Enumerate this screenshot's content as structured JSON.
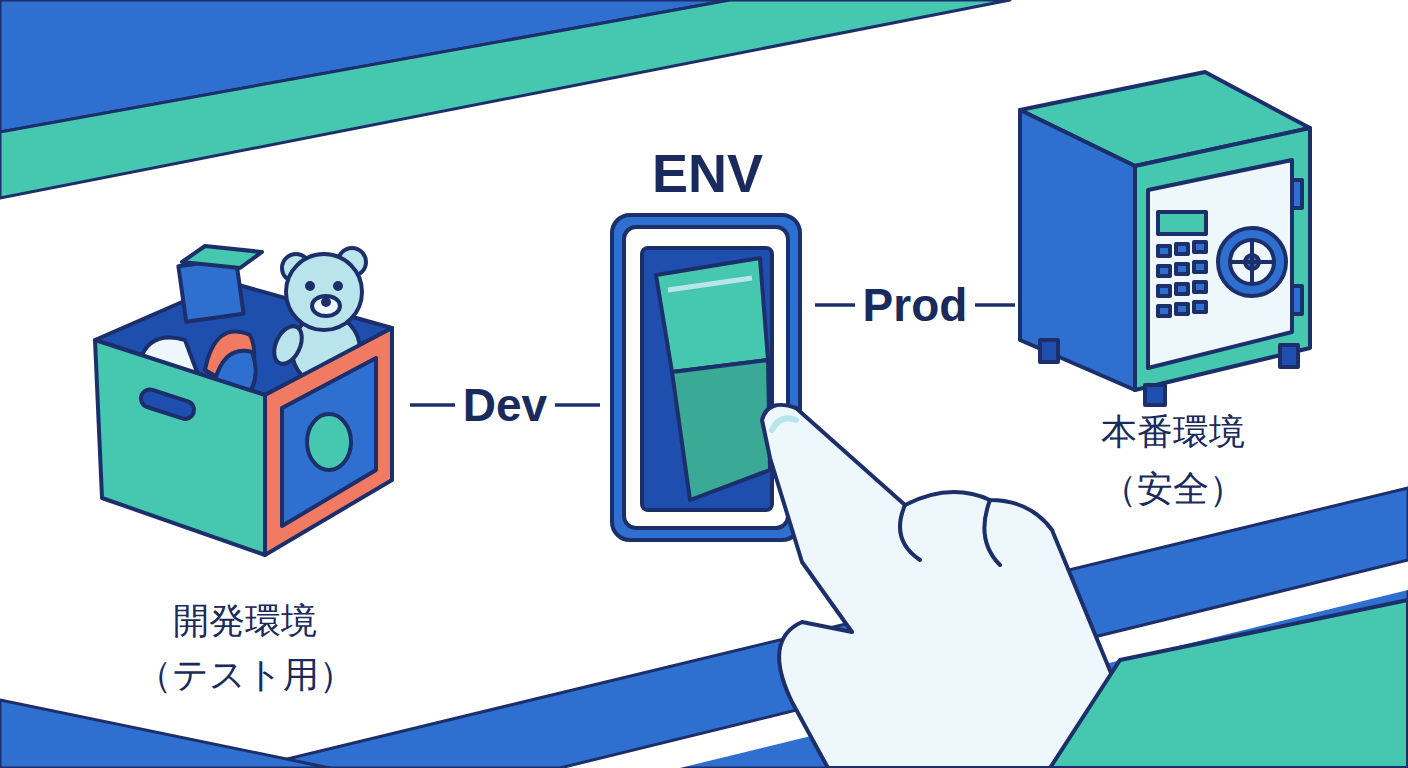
{
  "diagram": {
    "nodes": [
      {
        "text": [
          "開発環境 （テスト用）"
        ]
      },
      {
        "text": [
          "ENV"
        ]
      },
      {
        "text": [
          "本番環境 （安全）"
        ]
      }
    ],
    "edges": [
      {
        "from": 0,
        "to": 1,
        "arrow": "none",
        "label": "Dev"
      },
      {
        "from": 1,
        "to": 2,
        "arrow": "none",
        "label": "Prod"
      }
    ]
  }
}
